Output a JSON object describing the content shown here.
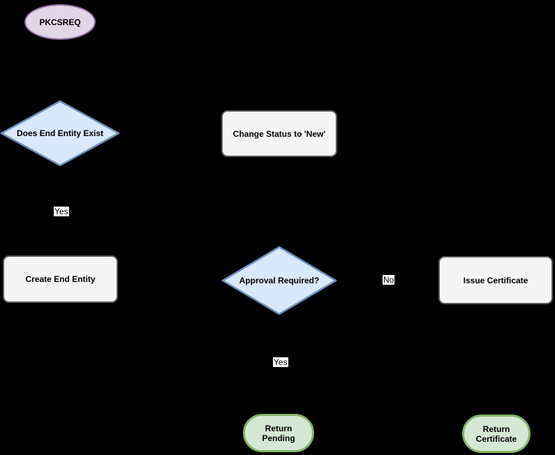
{
  "diagram": {
    "type": "flowchart",
    "colors": {
      "background": "#000000",
      "text": "#000000",
      "label_bg": "#ffffff",
      "purple_fill": "#e1d5e7",
      "purple_border": "#9673a6",
      "blue_fill": "#dae8fc",
      "blue_border": "#6c8ebf",
      "gray_fill": "#f5f5f5",
      "gray_border": "#5c5c5c",
      "green_fill": "#d5e8d4",
      "green_border": "#82b366"
    },
    "nodes": {
      "pkcsreq": {
        "label": "PKCSREQ",
        "type": "start-ellipse"
      },
      "does_end_entity_exist": {
        "label": "Does End Entity Exist",
        "type": "decision"
      },
      "change_status_new": {
        "label": "Change Status to 'New'",
        "type": "process"
      },
      "create_end_entity": {
        "label": "Create End Entity",
        "type": "process"
      },
      "approval_required": {
        "label": "Approval Required?",
        "type": "decision"
      },
      "issue_certificate": {
        "label": "Issue Certificate",
        "type": "process"
      },
      "return_pending": {
        "label": "Return Pending",
        "type": "terminator"
      },
      "return_certificate": {
        "label": "Return Certificate",
        "type": "terminator"
      }
    },
    "edge_labels": {
      "yes_from_does_end_entity_exist": "Yes",
      "no_from_approval_required": "No",
      "yes_from_approval_required": "Yes"
    }
  }
}
